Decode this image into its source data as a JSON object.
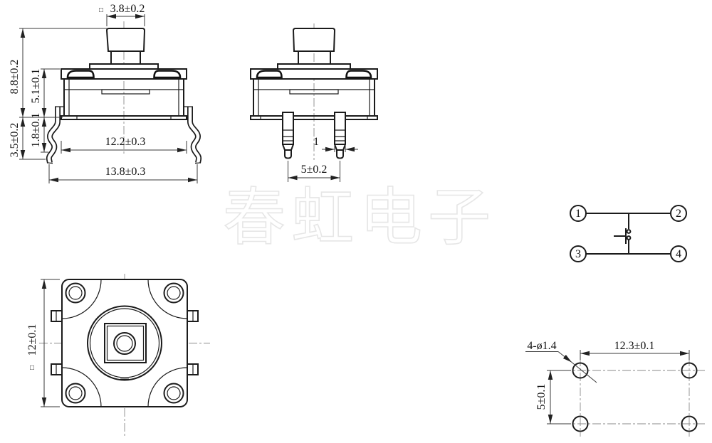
{
  "watermark": {
    "text": "春虹电子",
    "color": "#e6e6e6"
  },
  "colors": {
    "line": "#1b1b1b",
    "dimension": "#3a3a3a",
    "centerline": "#8a8a8a",
    "background": "#ffffff"
  },
  "front_view": {
    "square_symbol": "□",
    "button_width": "3.8±0.2",
    "height_total": "8.8±0.2",
    "height_body": "5.1±0.1",
    "height_seat": "1.8±0.1",
    "height_leg": "3.5±0.2",
    "width_body": "12.2±0.3",
    "width_total": "13.8±0.3"
  },
  "side_view": {
    "pin_width": "1",
    "pin_spacing": "5±0.2"
  },
  "schematic": {
    "terminals": [
      "1",
      "2",
      "3",
      "4"
    ]
  },
  "top_view": {
    "square_symbol": "□",
    "size": "12±0.1"
  },
  "pcb_layout": {
    "hole_spec": "4-ø1.4",
    "spacing_horizontal": "12.3±0.1",
    "spacing_vertical": "5±0.1"
  }
}
